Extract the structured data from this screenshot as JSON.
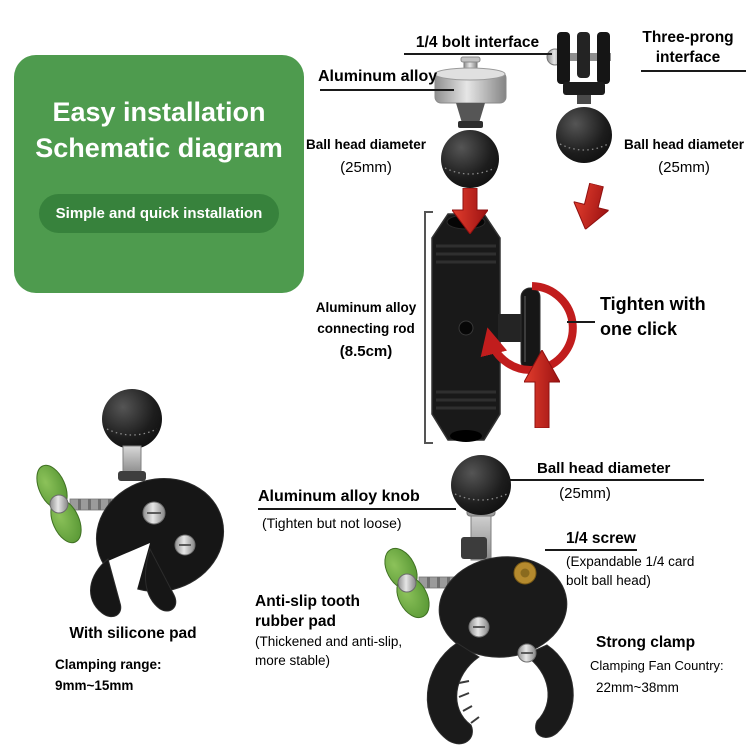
{
  "panel": {
    "title_line1": "Easy installation",
    "title_line2": "Schematic diagram",
    "badge": "Simple and quick installation"
  },
  "annotations": {
    "bolt_interface": {
      "label": "1/4 bolt interface"
    },
    "three_prong": {
      "line1": "Three-prong",
      "line2": "interface"
    },
    "aluminum_alloy": {
      "label": "Aluminum alloy"
    },
    "ball_left": {
      "label": "Ball head diameter",
      "value": "(25mm)"
    },
    "ball_right": {
      "label": "Ball head diameter",
      "value": "(25mm)"
    },
    "rod": {
      "line1": "Aluminum alloy",
      "line2": "connecting rod",
      "line3": "(8.5cm)"
    },
    "tighten": {
      "line1": "Tighten with",
      "line2": "one click"
    },
    "ball_mid": {
      "label": "Ball head diameter",
      "value": "(25mm)"
    },
    "knob": {
      "label": "Aluminum alloy knob",
      "sub": "(Tighten but not loose)"
    },
    "screw": {
      "label": "1/4 screw",
      "sub1": "(Expandable 1/4 card",
      "sub2": "bolt ball head)"
    },
    "pad": {
      "line1": "Anti-slip tooth",
      "line2": "rubber pad",
      "sub1": "(Thickened and anti-slip,",
      "sub2": "more stable)"
    },
    "clamp": {
      "label": "Strong clamp",
      "sub1": "Clamping Fan Country:",
      "sub2": "22mm~38mm"
    },
    "silicone": {
      "label": "With silicone pad",
      "sub1": "Clamping range:",
      "sub2": "9mm~15mm"
    }
  },
  "icons": {
    "assembly_arrow": "red-down-arrow",
    "rotation_arrow": "red-circular-arrow"
  },
  "colors": {
    "panel_green": "#4e9b4e",
    "badge_green": "#37823c",
    "arrow_red": "#c11d1d",
    "knob_green": "#6aa93c"
  }
}
